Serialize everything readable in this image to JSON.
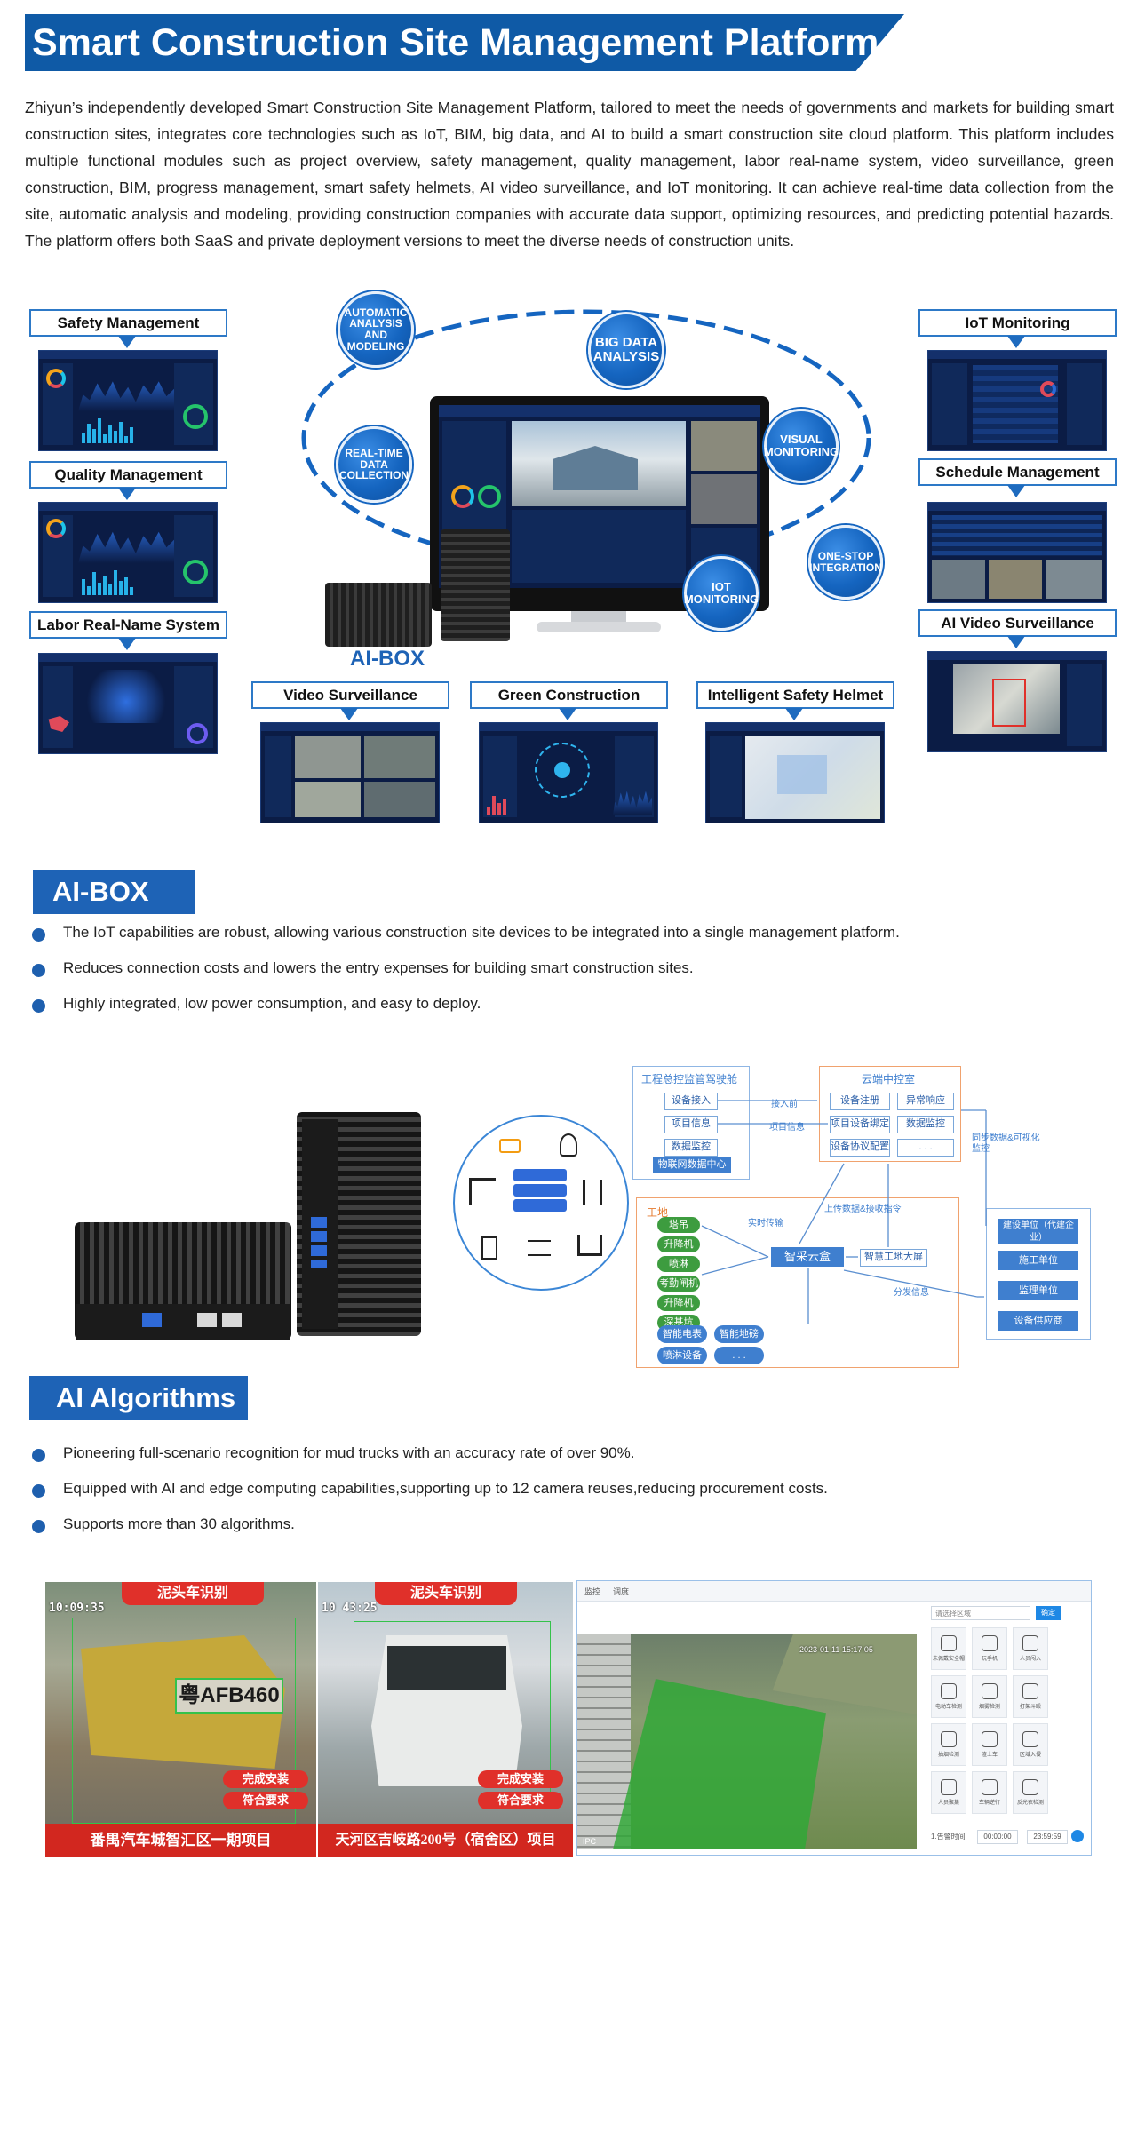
{
  "header": {
    "title": "Smart Construction Site Management Platform",
    "intro": "Zhiyun’s independently developed Smart Construction Site Management Platform, tailored to meet the needs of governments and markets for building smart construction sites, integrates core technologies such as IoT, BIM, big data, and AI to build a smart construction site cloud platform. This platform includes multiple functional modules such as project overview, safety management, quality management, labor real-name system, video surveillance, green construction, BIM, progress management, smart safety helmets, AI video surveillance, and IoT monitoring. It can achieve real-time data collection from the site, automatic analysis and modeling, providing construction companies with accurate data support, optimizing resources, and predicting potential hazards. The platform offers both SaaS and private deployment versions to meet the diverse needs of construction units."
  },
  "modules": {
    "left": [
      "Safety Management",
      "Quality Management",
      "Labor Real-Name System"
    ],
    "right": [
      "IoT Monitoring",
      "Schedule Management",
      "AI Video Surveillance"
    ],
    "bottom": [
      "Video Surveillance",
      "Green Construction",
      "Intelligent Safety Helmet"
    ]
  },
  "bubbles": {
    "auto": "AUTOMATIC ANALYSIS AND MODELING",
    "bigdata": "BIG DATA ANALYSIS",
    "visual": "VISUAL MONITORING",
    "realtime": "REAL-TIME DATA COLLECTION",
    "onestop": "ONE-STOP INTEGRATION",
    "iot": "IOT MONITORING"
  },
  "device_label": "AI-BOX",
  "aibox": {
    "title": "AI-BOX",
    "bullets": [
      "The IoT capabilities are robust, allowing various construction site devices to be integrated into a single management platform.",
      "Reduces connection costs and lowers the entry expenses for building smart construction sites.",
      "Highly integrated, low power consumption, and easy to deploy."
    ]
  },
  "flow": {
    "top_left_title": "工程总控监管驾驶舱",
    "top_left_items": [
      "设备接入",
      "项目信息",
      "数据监控",
      "物联网数据中心"
    ],
    "cloud_title": "云端中控室",
    "cloud_items": [
      "设备注册",
      "异常响应",
      "项目设备绑定",
      "数据监控",
      "设备协议配置",
      ". . ."
    ],
    "site_title": "工地",
    "site_items": [
      "塔吊",
      "升降机",
      "喷淋",
      "考勤闸机",
      "升降机",
      "深基坑"
    ],
    "site_ovals": [
      "智能电表",
      "智能地磅",
      "喷淋设备",
      ". . ."
    ],
    "center": "智采云盒",
    "screen": "智慧工地大屏",
    "right_items": [
      "建设单位（代建企业）",
      "施工单位",
      "监理单位",
      "设备供应商"
    ],
    "edge_labels": [
      "接入前",
      "项目信息",
      "实时传输",
      "上传数据&接收指令",
      "分发信息",
      "同步数据&可视化监控"
    ]
  },
  "algorithms": {
    "title": "AI Algorithms",
    "bullets": [
      "Pioneering full-scenario recognition for mud trucks with an accuracy rate of over 90%.",
      "Equipped with AI and edge computing capabilities,supporting up to 12 camera reuses,reducing procurement costs.",
      "Supports more than 30 algorithms."
    ]
  },
  "photos": {
    "p1": {
      "tag": "泥头车识别",
      "time": "10:09:35",
      "plate": "粤AFB460",
      "check1": "完成安装",
      "check2": "符合要求",
      "caption": "番禺汽车城智汇区一期项目"
    },
    "p2": {
      "tag": "泥头车识别",
      "time": "10 43:25",
      "check1": "完成安装",
      "check2": "符合要求",
      "caption": "天河区吉岐路200号（宿舍区）项目"
    },
    "p3": {
      "tab1": "监控",
      "tab2": "调度",
      "search": "请选择区域",
      "button": "确定",
      "timestamp": "2023-01-11 15:17:05",
      "panel_items": [
        "未佩戴安全帽",
        "玩手机",
        "人员闯入",
        "电动车检测",
        "烟雾检测",
        "打架斗殴",
        "抽烟检测",
        "渣土车",
        "区域入侵",
        "人员聚集",
        "车辆逆行",
        "反光衣检测"
      ],
      "bottom_label": "1.告警时间",
      "t1": "00:00:00",
      "t2": "23:59:59",
      "mark": "IPC"
    }
  },
  "colors": {
    "primary": "#0f5aa6",
    "accent": "#1e63b6",
    "green_overlay": "#2ea836",
    "red_tag": "#e0302a"
  }
}
